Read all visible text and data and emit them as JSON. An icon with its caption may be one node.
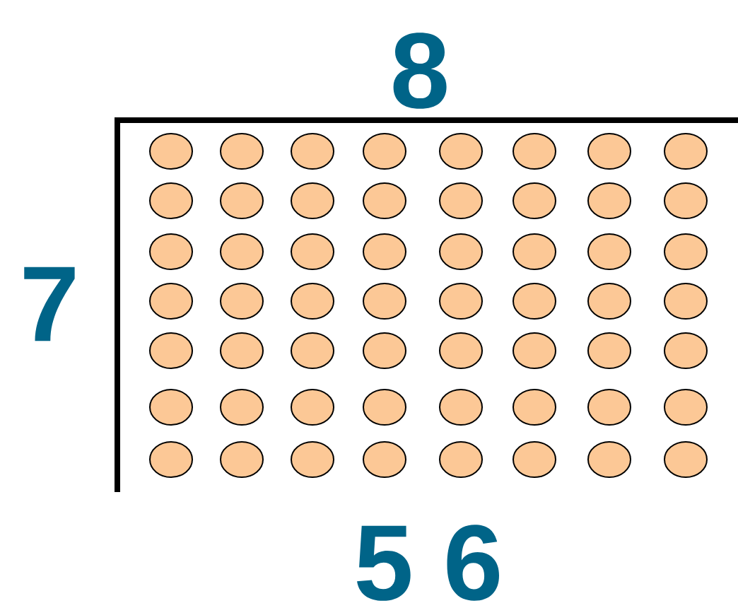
{
  "diagram": {
    "labels": [
      "8",
      "7",
      "5 6"
    ]
  }
}
